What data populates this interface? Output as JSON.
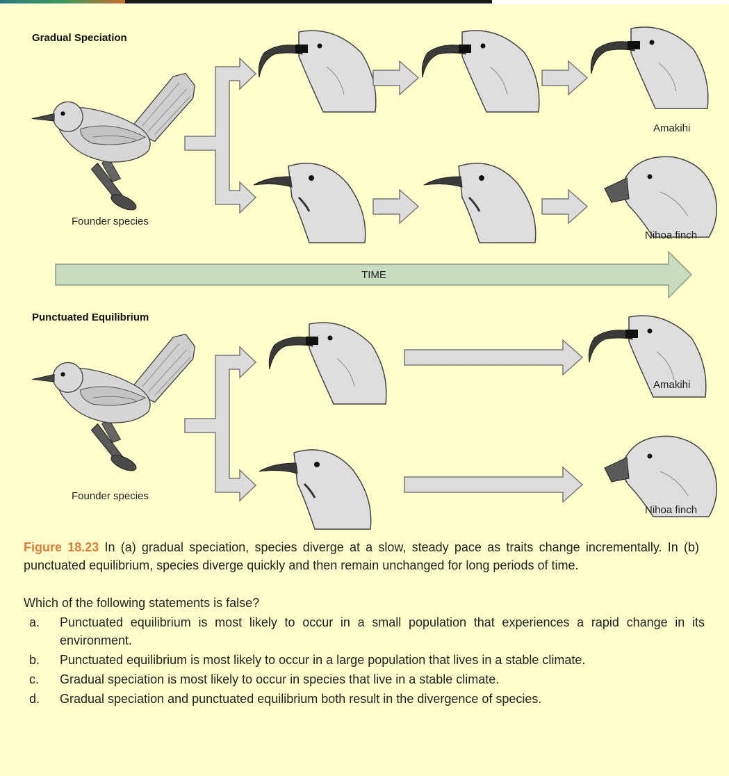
{
  "figure": {
    "top": {
      "title": "Gradual Speciation",
      "founder_label": "Founder species",
      "upper_label": "Amakihi",
      "lower_label": "Nihoa finch"
    },
    "time_label": "TIME",
    "bottom": {
      "title": "Punctuated Equilibrium",
      "founder_label": "Founder species",
      "upper_label": "Amakihi",
      "lower_label": "Nihoa finch"
    },
    "colors": {
      "background": "#ffffcc",
      "time_arrow": "#c9dcc0",
      "arrow_fill": "#dcdcdc",
      "bird_body": "#d6d6d6",
      "figure_ref": "#e07b39"
    }
  },
  "caption": {
    "label": "Figure 18.23",
    "text": " In (a) gradual speciation, species diverge at a slow, steady pace as traits change incrementally. In (b) punctuated equilibrium, species diverge quickly and then remain unchanged for long periods of time."
  },
  "question": {
    "stem": "Which of the following statements is false?",
    "choices": [
      {
        "letter": "a.",
        "text": "Punctuated equilibrium is most likely to occur in a small population that experiences a rapid change in its environment."
      },
      {
        "letter": "b.",
        "text": "Punctuated equilibrium is most likely to occur in a large population that lives in a stable climate."
      },
      {
        "letter": "c.",
        "text": "Gradual speciation is most likely to occur in species that live in a stable climate."
      },
      {
        "letter": "d.",
        "text": "Gradual speciation and punctuated equilibrium both result in the divergence of species."
      }
    ]
  }
}
